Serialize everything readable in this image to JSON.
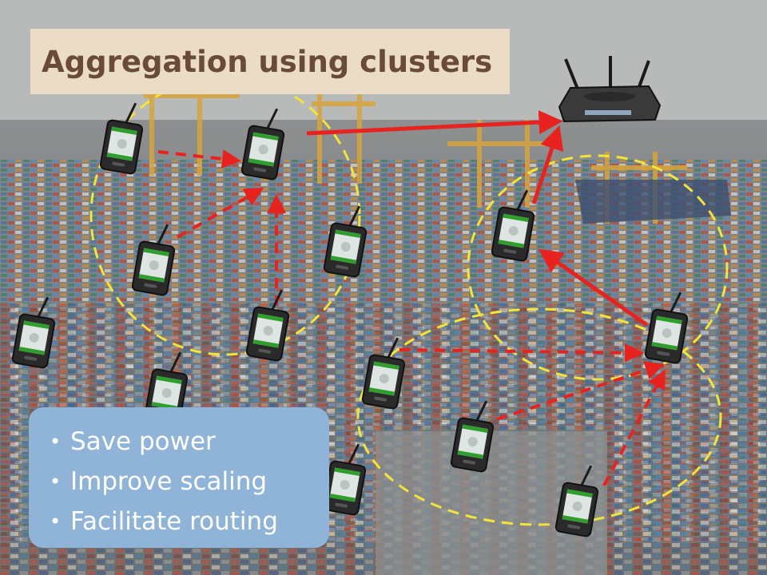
{
  "title": "Aggregation using clusters",
  "bullets": [
    "Save power",
    "Improve scaling",
    "Facilitate routing"
  ],
  "colors": {
    "title_bg": "#eadcc6",
    "title_text": "#6a4a38",
    "info_bg": "#90b4d8",
    "cluster_outline": "#f4e43a",
    "arrow": "#e8231f",
    "device_screen": "#2f9e2c"
  },
  "icons": [
    "sensor-device-icon",
    "wireless-router-icon",
    "antenna-icon"
  ]
}
